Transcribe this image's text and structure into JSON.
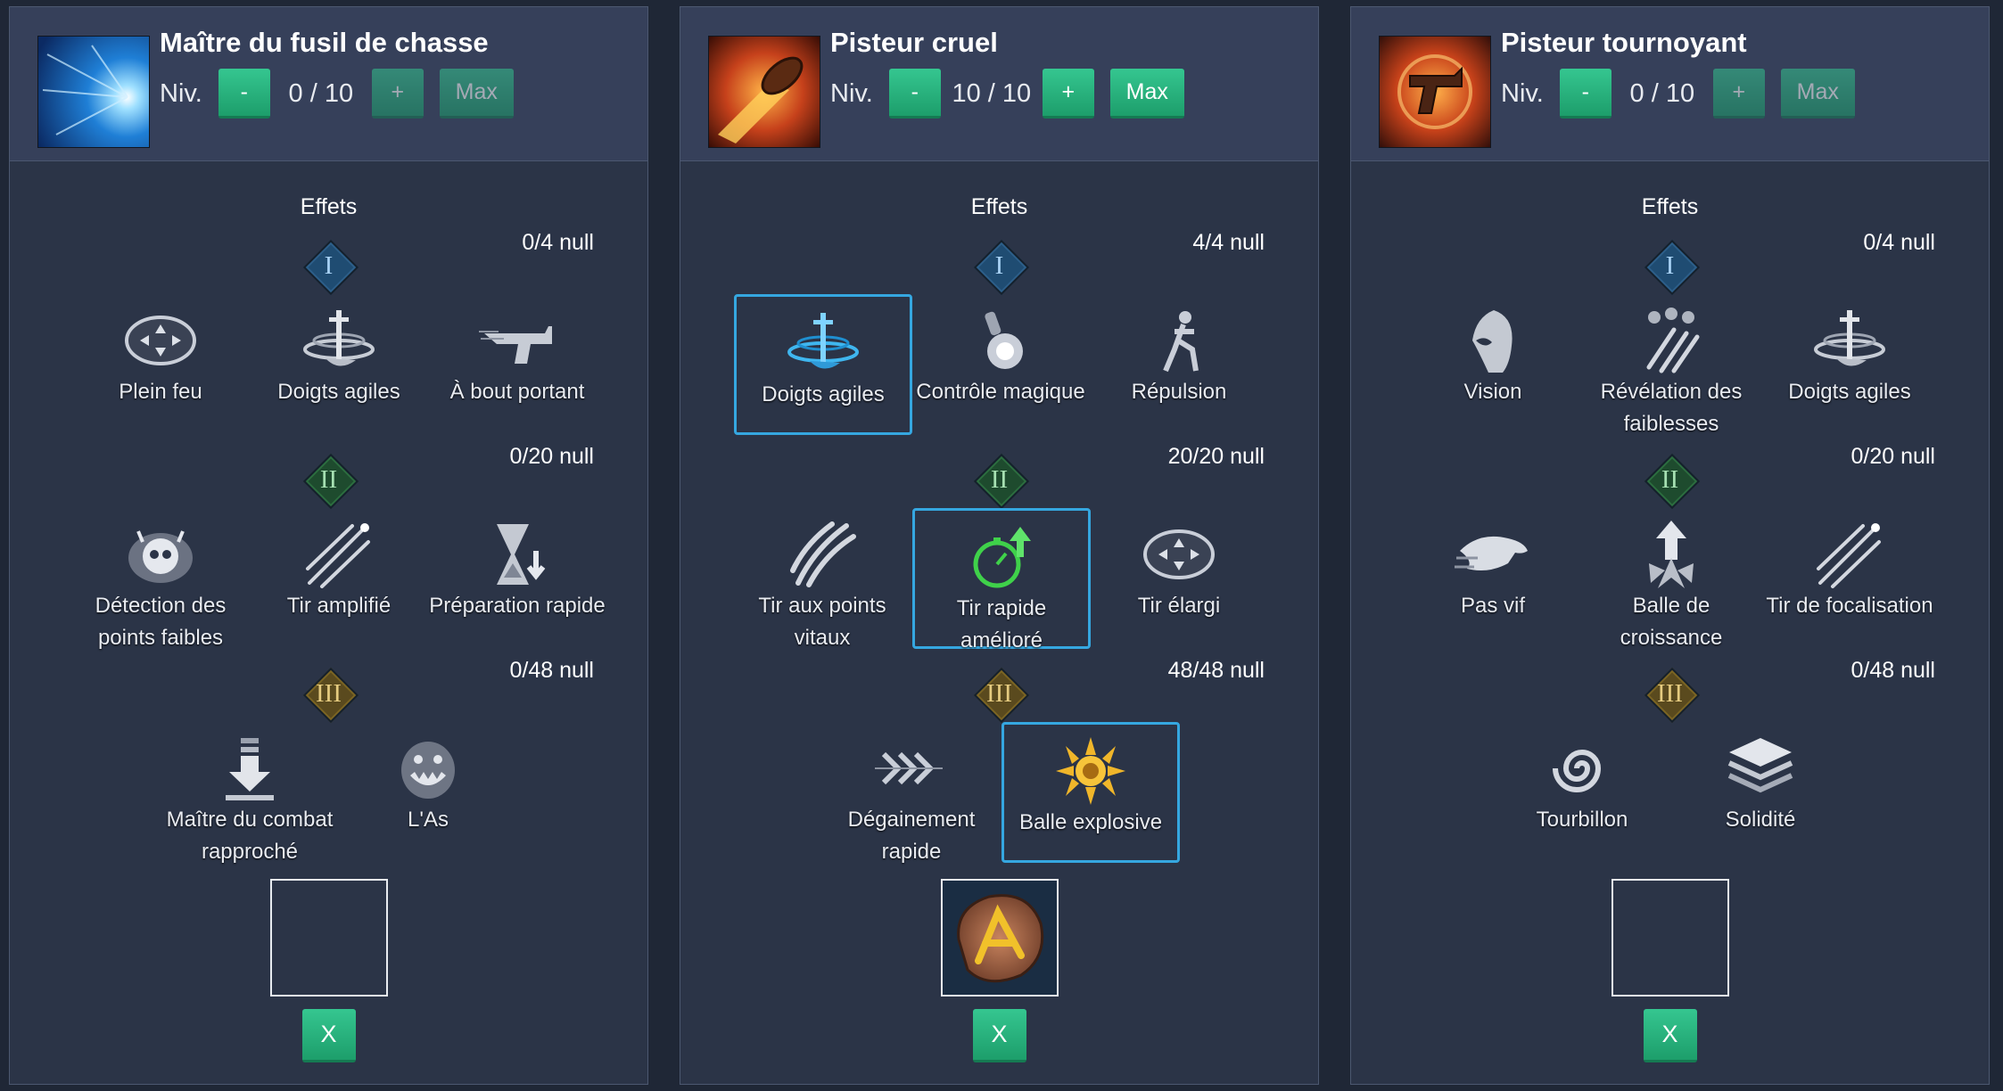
{
  "panels": [
    {
      "title": "Maître du fusil de chasse",
      "level_label": "Niv.",
      "level": "0 / 10",
      "minus": "-",
      "plus": "+",
      "max": "Max",
      "effects_label": "Effets",
      "tiers": [
        {
          "numeral": "I",
          "points": "0/4 null"
        },
        {
          "numeral": "II",
          "points": "0/20 null"
        },
        {
          "numeral": "III",
          "points": "0/48 null"
        }
      ],
      "row1": [
        {
          "label": "Plein feu",
          "icon": "crosshair-icon",
          "selected": false
        },
        {
          "label": "Doigts agiles",
          "icon": "spinning-hand-icon",
          "selected": false
        },
        {
          "label": "À bout portant",
          "icon": "pistol-icon",
          "selected": false
        }
      ],
      "row2": [
        {
          "label": "Détection des points faibles",
          "icon": "skull-icon",
          "selected": false
        },
        {
          "label": "Tir amplifié",
          "icon": "streaking-shot-icon",
          "selected": false
        },
        {
          "label": "Préparation rapide",
          "icon": "hourglass-icon",
          "selected": false
        }
      ],
      "row3": [
        {
          "label": "Maître du combat rapproché",
          "icon": "down-arrow-icon",
          "selected": false
        },
        {
          "label": "L'As",
          "icon": "monster-face-icon",
          "selected": false
        }
      ],
      "rune_icon": "empty-slot",
      "x_label": "X"
    },
    {
      "title": "Pisteur cruel",
      "level_label": "Niv.",
      "level": "10 / 10",
      "minus": "-",
      "plus": "+",
      "max": "Max",
      "effects_label": "Effets",
      "tiers": [
        {
          "numeral": "I",
          "points": "4/4 null"
        },
        {
          "numeral": "II",
          "points": "20/20 null"
        },
        {
          "numeral": "III",
          "points": "48/48 null"
        }
      ],
      "row1": [
        {
          "label": "Doigts agiles",
          "icon": "spinning-hand-icon",
          "selected": true
        },
        {
          "label": "Contrôle magique",
          "icon": "magic-flask-icon",
          "selected": false
        },
        {
          "label": "Répulsion",
          "icon": "recoil-figure-icon",
          "selected": false
        }
      ],
      "row2": [
        {
          "label": "Tir aux points vitaux",
          "icon": "claw-slash-icon",
          "selected": false
        },
        {
          "label": "Tir rapide amélioré",
          "icon": "stopwatch-icon",
          "selected": true
        },
        {
          "label": "Tir élargi",
          "icon": "crosshair-icon",
          "selected": false
        }
      ],
      "row3": [
        {
          "label": "Dégainement rapide",
          "icon": "chevrons-icon",
          "selected": false
        },
        {
          "label": "Balle explosive",
          "icon": "sun-burst-icon",
          "selected": true
        }
      ],
      "rune_icon": "rune-stone-icon",
      "x_label": "X"
    },
    {
      "title": "Pisteur tournoyant",
      "level_label": "Niv.",
      "level": "0 / 10",
      "minus": "-",
      "plus": "+",
      "max": "Max",
      "effects_label": "Effets",
      "tiers": [
        {
          "numeral": "I",
          "points": "0/4 null"
        },
        {
          "numeral": "II",
          "points": "0/20 null"
        },
        {
          "numeral": "III",
          "points": "0/48 null"
        }
      ],
      "row1": [
        {
          "label": "Vision",
          "icon": "hooded-figure-icon",
          "selected": false
        },
        {
          "label": "Révélation des faiblesses",
          "icon": "claw-group-icon",
          "selected": false
        },
        {
          "label": "Doigts agiles",
          "icon": "spinning-hand-icon",
          "selected": false
        }
      ],
      "row2": [
        {
          "label": "Pas vif",
          "icon": "running-beast-icon",
          "selected": false
        },
        {
          "label": "Balle de croissance",
          "icon": "up-arrow-burst-icon",
          "selected": false
        },
        {
          "label": "Tir de focalisation",
          "icon": "streaking-shot-icon",
          "selected": false
        }
      ],
      "row3": [
        {
          "label": "Tourbillon",
          "icon": "whirlwind-icon",
          "selected": false
        },
        {
          "label": "Solidité",
          "icon": "layers-icon",
          "selected": false
        }
      ],
      "rune_icon": "empty-slot",
      "x_label": "X"
    }
  ]
}
